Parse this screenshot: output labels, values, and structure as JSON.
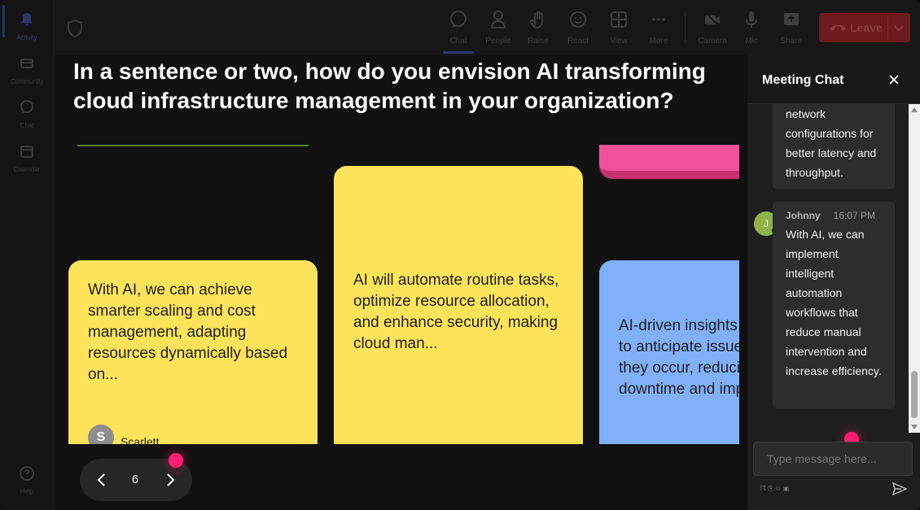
{
  "rail": {
    "items": [
      {
        "label": "Activity",
        "icon": "bell-icon"
      },
      {
        "label": "Community",
        "icon": "community-icon"
      },
      {
        "label": "Chat",
        "icon": "chat-icon"
      },
      {
        "label": "Calendar",
        "icon": "calendar-icon"
      },
      {
        "label": "Help",
        "icon": "help-icon"
      }
    ]
  },
  "toolbar": {
    "buttons": [
      {
        "label": "Chat",
        "icon": "chat-icon"
      },
      {
        "label": "People",
        "icon": "people-icon"
      },
      {
        "label": "Raise",
        "icon": "raise-hand-icon"
      },
      {
        "label": "React",
        "icon": "react-icon"
      },
      {
        "label": "View",
        "icon": "view-icon"
      },
      {
        "label": "More",
        "icon": "more-icon"
      },
      {
        "label": "Camera",
        "icon": "camera-icon"
      },
      {
        "label": "Mic",
        "icon": "mic-icon"
      },
      {
        "label": "Share",
        "icon": "share-icon"
      }
    ],
    "leave_label": "Leave"
  },
  "main": {
    "question": "In a sentence or two, how do you envision AI transforming cloud infrastructure management in your organization?",
    "cards": [
      {
        "text": "With AI, we can achieve smarter scaling and cost management, adapting resources dynamically based on...",
        "author": "Scarlett",
        "initial": "S"
      },
      {
        "text": "AI will automate routine tasks, optimize resource allocation, and enhance security, making cloud man..."
      },
      {
        "text": "AI-driven insights will allow us to anticipate issues before they occur, reducing downtime and improving..."
      }
    ],
    "pager": {
      "page": "6"
    }
  },
  "chat": {
    "title": "Meeting Chat",
    "messages": [
      {
        "text": "network configurations for better latency and throughput."
      },
      {
        "sender": "Johnny",
        "time": "16:07 PM",
        "initial": "J",
        "text": "With AI, we can implement intelligent automation workflows that reduce manual intervention and increase efficiency."
      }
    ],
    "input_placeholder": "Type message here..."
  },
  "colors": {
    "leave": "#6e1b1f",
    "card_yellow": "#fde35a",
    "card_blue": "#7fb0f8",
    "card_pink": "#f1529a",
    "cursor": "#ff1f6e",
    "avatar_johnny": "#8fb34a"
  }
}
